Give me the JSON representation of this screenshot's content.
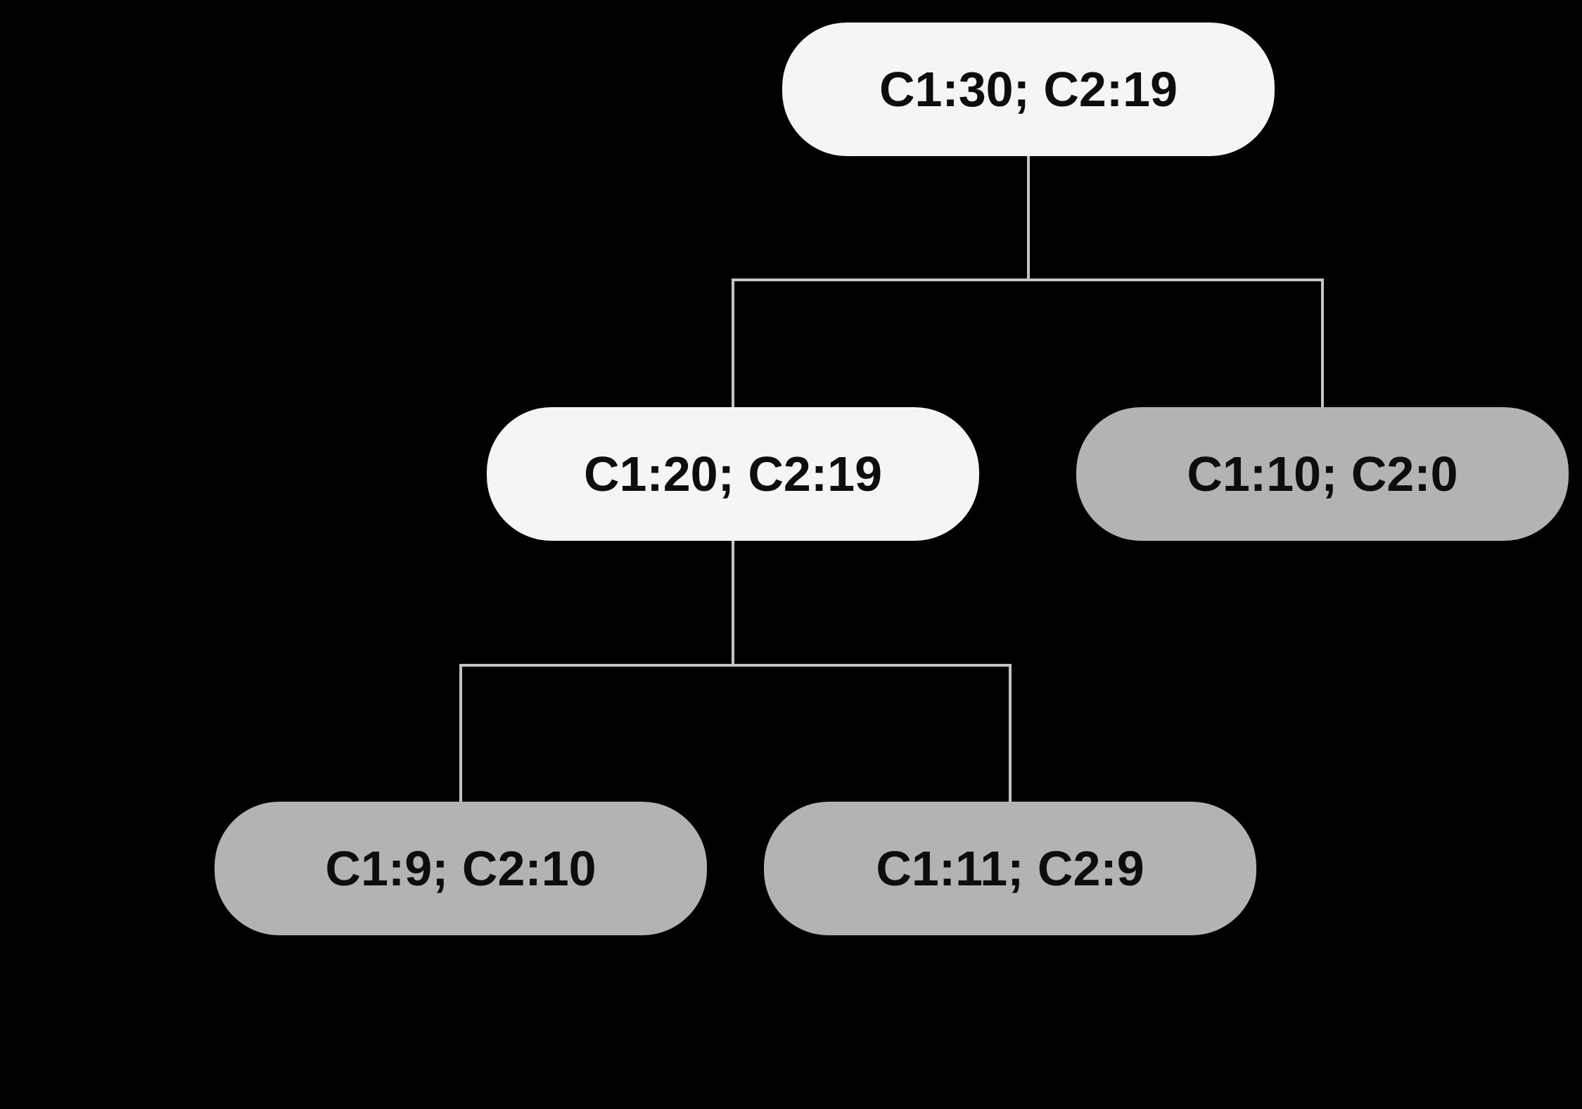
{
  "diagram": {
    "type": "tree",
    "background_color": "#000000",
    "edge_color": "#c4c4c4",
    "text_color": "#0d0d0d",
    "node_fill_light": "#f5f5f5",
    "node_fill_gray": "#b3b3b3",
    "nodes": {
      "root": {
        "label": "C1:30; C2:19",
        "fill": "#f5f5f5"
      },
      "mid_left": {
        "label": "C1:20; C2:19",
        "fill": "#f5f5f5"
      },
      "mid_right": {
        "label": "C1:10; C2:0",
        "fill": "#b3b3b3"
      },
      "bottom_left": {
        "label": "C1:9; C2:10",
        "fill": "#b3b3b3"
      },
      "bottom_right": {
        "label": "C1:11; C2:9",
        "fill": "#b3b3b3"
      }
    },
    "edges": [
      {
        "from": "root",
        "to": "mid_left"
      },
      {
        "from": "root",
        "to": "mid_right"
      },
      {
        "from": "mid_left",
        "to": "bottom_left"
      },
      {
        "from": "mid_left",
        "to": "bottom_right"
      }
    ]
  }
}
